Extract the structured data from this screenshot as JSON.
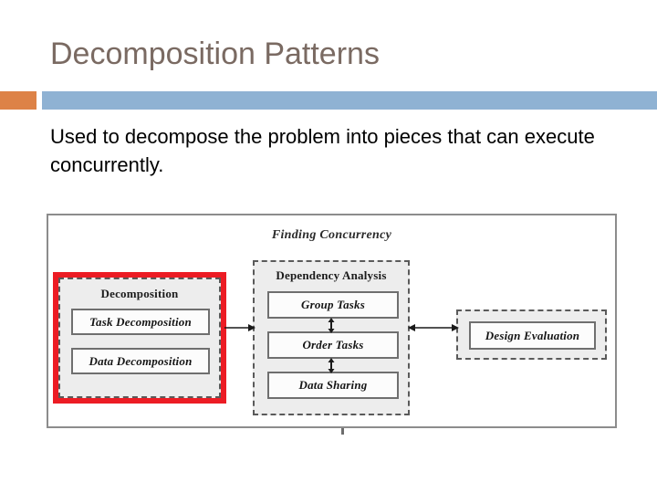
{
  "slide": {
    "title": "Decomposition Patterns",
    "body": "Used to decompose the problem into pieces that can execute concurrently.",
    "accent_orange": "#dd8247",
    "accent_blue": "#8fb2d3",
    "title_color": "#7a6a62"
  },
  "figure": {
    "title": "Finding Concurrency",
    "highlight_color": "#ec1c24",
    "groups": [
      {
        "id": "decomposition",
        "heading": "Decomposition",
        "highlighted": true,
        "nodes": [
          {
            "label": "Task Decomposition"
          },
          {
            "label": "Data Decomposition"
          }
        ]
      },
      {
        "id": "dependency-analysis",
        "heading": "Dependency Analysis",
        "highlighted": false,
        "nodes": [
          {
            "label": "Group Tasks"
          },
          {
            "label": "Order Tasks"
          },
          {
            "label": "Data Sharing"
          }
        ]
      },
      {
        "id": "design-evaluation",
        "heading": "",
        "highlighted": false,
        "nodes": [
          {
            "label": "Design Evaluation"
          }
        ]
      }
    ],
    "connectors": [
      {
        "id": "decomposition-to-dependency",
        "type": "arrow-right"
      },
      {
        "id": "dependency-to-design",
        "type": "arrow-bidirectional"
      },
      {
        "id": "group-to-order",
        "type": "arrow-vertical-bidirectional"
      },
      {
        "id": "order-to-data",
        "type": "arrow-vertical-bidirectional"
      }
    ]
  }
}
